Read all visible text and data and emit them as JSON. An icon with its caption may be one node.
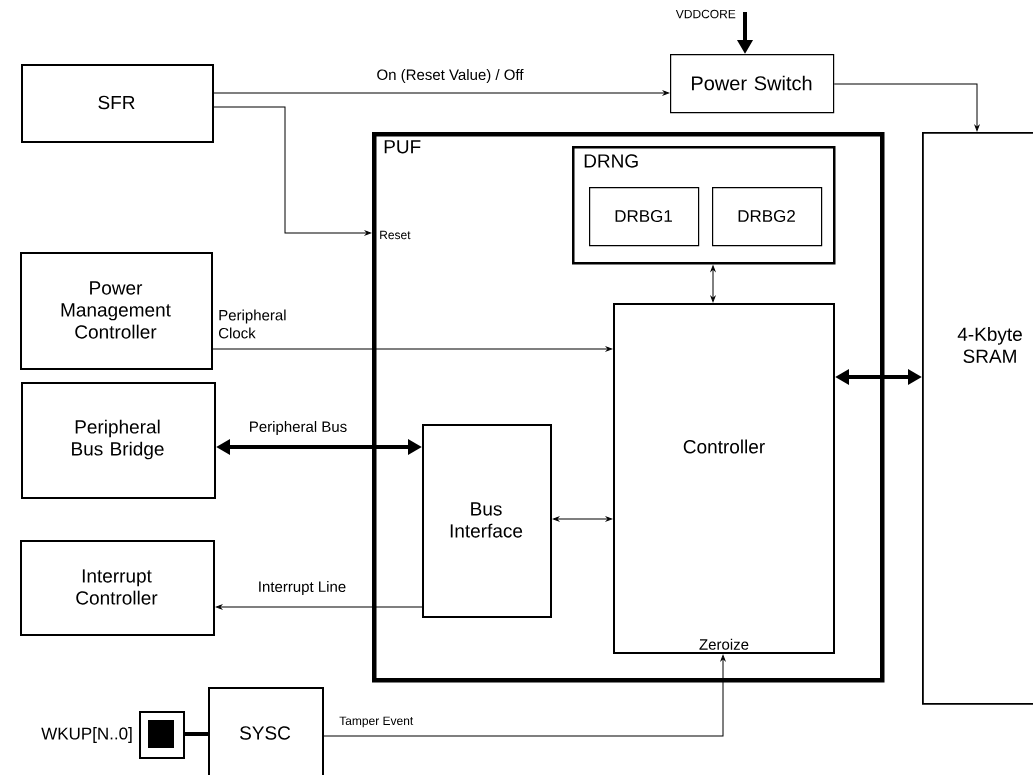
{
  "diagram": {
    "nodes": [
      {
        "text": [
          "SFR"
        ]
      },
      {
        "text": [
          "Power Switch"
        ]
      },
      {
        "text": [
          "PUF"
        ]
      },
      {
        "text": [
          "DRNG"
        ],
        "in": 2
      },
      {
        "text": [
          "DRBG1"
        ],
        "in": 3
      },
      {
        "text": [
          "DRBG2"
        ],
        "in": 3
      },
      {
        "text": [
          "Controller",
          "Zeroize"
        ],
        "in": 2
      },
      {
        "text": [
          "Power Management Controller"
        ]
      },
      {
        "text": [
          "Peripheral Bus Bridge"
        ]
      },
      {
        "text": [
          "Bus Interface"
        ],
        "in": 2
      },
      {
        "text": [
          "Interrupt Controller"
        ]
      },
      {
        "text": [
          "4-Kbyte SRAM"
        ]
      },
      {
        "text": [
          "SYSC"
        ]
      },
      {
        "text": [],
        "shape": "box",
        "beside": [
          "WKUP[N..0]"
        ]
      }
    ],
    "edges": [
      {
        "from": 0,
        "to": 1,
        "arrow": "to",
        "label": "On (Reset Value) / Off"
      },
      {
        "from": null,
        "to": 1,
        "arrow": "to",
        "label": "VDDCORE",
        "style": "thick"
      },
      {
        "from": 1,
        "to": 11,
        "arrow": "to"
      },
      {
        "from": 0,
        "to": 2,
        "arrow": "to",
        "label": "Reset"
      },
      {
        "from": 3,
        "to": 6,
        "arrow": "both"
      },
      {
        "from": 7,
        "to": 6,
        "arrow": "to",
        "label": "Peripheral Clock"
      },
      {
        "from": 6,
        "to": 11,
        "arrow": "both",
        "style": "thick"
      },
      {
        "from": 8,
        "to": 9,
        "arrow": "both",
        "label": "Peripheral Bus",
        "style": "thick"
      },
      {
        "from": 9,
        "to": 6,
        "arrow": "both"
      },
      {
        "from": 9,
        "to": 10,
        "arrow": "to",
        "label": "Interrupt Line"
      },
      {
        "from": 12,
        "to": 6,
        "arrow": "to",
        "label": "Tamper Event"
      },
      {
        "from": 13,
        "to": 12,
        "arrow": "none",
        "style": "thick"
      }
    ]
  }
}
